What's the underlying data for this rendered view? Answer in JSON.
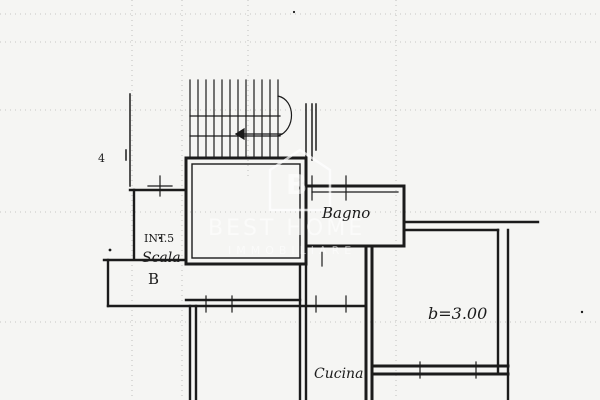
{
  "plan": {
    "labels": {
      "bagno": "Bagno",
      "int": "INT.5",
      "scala": "Scala",
      "scala_letter": "B",
      "dimension": "b=3.00",
      "cucina": "Cucina",
      "margin_mark": "4"
    },
    "watermark": {
      "line1": "BEST HOME",
      "line2": "IMMOBILIARE",
      "logo_letter": "B"
    },
    "colors": {
      "paper": "#f5f5f3",
      "ink": "#1b1b1b",
      "watermark": "#ffffff"
    }
  }
}
